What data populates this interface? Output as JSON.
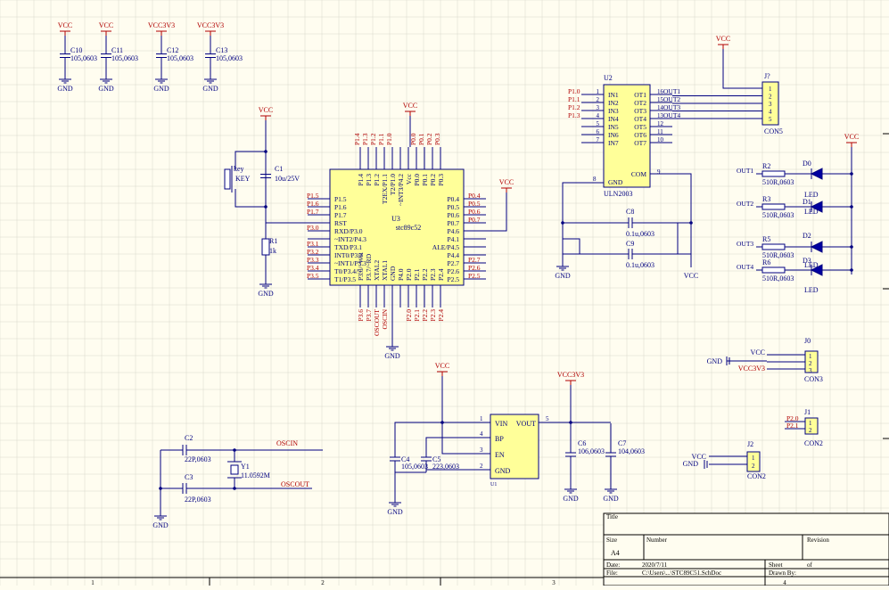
{
  "colors": {
    "wire": "#000080",
    "net": "#b00000",
    "body": "#ffff99",
    "grid": "#d8d8cc",
    "pin": "#000080"
  },
  "power": {
    "vcc": "VCC",
    "vcc33": "VCC3V3",
    "gnd": "GND"
  },
  "caps_top": [
    {
      "ref": "C10",
      "val": "105,0603",
      "rail": "VCC"
    },
    {
      "ref": "C11",
      "val": "105,0603",
      "rail": "VCC"
    },
    {
      "ref": "C12",
      "val": "105,0603",
      "rail": "VCC3V3"
    },
    {
      "ref": "C13",
      "val": "105,0603",
      "rail": "VCC3V3"
    }
  ],
  "reset": {
    "c1_ref": "C1",
    "c1_val": "10u/25V",
    "key_ref": "key",
    "key_val": "KEY",
    "r1_ref": "R1",
    "r1_val": "1k"
  },
  "u3": {
    "ref": "U3",
    "val": "stc89c52",
    "left_pins": [
      "P1.5",
      "P1.6",
      "P1.7",
      "RST",
      "RXD/P3.0",
      "~INT2/P4.3",
      "TXD/P3.1",
      "INT0/P3.2",
      "~INT1/P3.3",
      "T0/P3.4/5",
      "T1/P3.5"
    ],
    "left_nets": [
      "P1.5",
      "P1.6",
      "P1.7",
      "",
      "P3.0",
      "",
      "P3.1",
      "P3.2",
      "P3.3",
      "P3.4",
      "P3.5"
    ],
    "right_pins": [
      "P0.4",
      "P0.5",
      "P0.6",
      "P0.7",
      "P4.6",
      "P4.1",
      "ALE/P4.5",
      "P4.4",
      "P2.7",
      "P2.6",
      "P2.5"
    ],
    "right_nets": [
      "P0.4",
      "P0.5",
      "P0.6",
      "P0.7",
      "",
      "",
      "",
      "",
      "P2.7",
      "P2.6",
      "P2.5"
    ],
    "top_pins": [
      "P1.4",
      "P1.3",
      "P1.2",
      "T2EX/P1.1",
      "T2/P1.0",
      "~INT3/P4.2",
      "Vcc",
      "P0.0",
      "P0.1",
      "P0.2",
      "P0.3"
    ],
    "top_nets": [
      "P1.4",
      "P1.3",
      "P1.2",
      "P1.1",
      "P1.0",
      "",
      "",
      "P0.0",
      "P0.1",
      "P0.2",
      "P0.3"
    ],
    "bottom_pins": [
      "P3.6/~WR",
      "P3.7/~RD",
      "XTAL2",
      "XTAL1",
      "GND",
      "P4.0",
      "P2.0",
      "P2.1",
      "P2.2",
      "P2.3",
      "P2.4"
    ],
    "bottom_nets": [
      "P3.6",
      "P3.7",
      "OSCOUT",
      "OSCIN",
      "",
      "",
      "P2.0",
      "P2.1",
      "P2.2",
      "P2.3",
      "P2.4"
    ]
  },
  "u2": {
    "ref": "U2",
    "val": "ULN2003",
    "in_pins": [
      "IN1",
      "IN2",
      "IN3",
      "IN4",
      "IN5",
      "IN6",
      "IN7"
    ],
    "in_nets": [
      "P1.0",
      "P1.1",
      "P1.2",
      "P1.3",
      "",
      "",
      ""
    ],
    "in_nums": [
      "1",
      "2",
      "3",
      "4",
      "5",
      "6",
      "7"
    ],
    "out_pins": [
      "OT1",
      "OT2",
      "OT3",
      "OT4",
      "OT5",
      "OT6",
      "OT7"
    ],
    "out_nets": [
      "OUT1",
      "OUT2",
      "OUT3",
      "OUT4",
      "",
      "",
      ""
    ],
    "out_nums": [
      "16",
      "15",
      "14",
      "13",
      "12",
      "11",
      "10"
    ],
    "gnd": "GND",
    "gnd_num": "8",
    "com": "COM",
    "com_num": "9"
  },
  "j7": {
    "ref": "J?",
    "val": "CON5",
    "pins": [
      "1",
      "2",
      "3",
      "4",
      "5"
    ]
  },
  "cap_pair": [
    {
      "ref": "C8",
      "val": "0.1u,0603"
    },
    {
      "ref": "C9",
      "val": "0.1u,0603"
    }
  ],
  "leds": [
    {
      "net": "OUT1",
      "r_ref": "R2",
      "r_val": "510R,0603",
      "d_ref": "D0",
      "d_val": "LED"
    },
    {
      "net": "OUT2",
      "r_ref": "R3",
      "r_val": "510R,0603",
      "d_ref": "D1",
      "d_val": "LED"
    },
    {
      "net": "OUT3",
      "r_ref": "R5",
      "r_val": "510R,0603",
      "d_ref": "D2",
      "d_val": "LED"
    },
    {
      "net": "OUT4",
      "r_ref": "R6",
      "r_val": "510R,0603",
      "d_ref": "D3",
      "d_val": "LED"
    }
  ],
  "j0": {
    "ref": "J0",
    "val": "CON3",
    "pins": [
      "1",
      "2",
      "3"
    ],
    "nets": [
      "VCC",
      "GND",
      "VCC3V3"
    ]
  },
  "j1": {
    "ref": "J1",
    "val": "CON2",
    "pins": [
      "1",
      "2"
    ],
    "nets": [
      "P2.0",
      "P2.1"
    ]
  },
  "j2": {
    "ref": "J2",
    "val": "CON2",
    "pins": [
      "1",
      "2"
    ],
    "nets": [
      "VCC",
      "GND"
    ]
  },
  "crystal": {
    "c2_ref": "C2",
    "c2_val": "22P,0603",
    "c3_ref": "C3",
    "c3_val": "22P,0603",
    "y1_ref": "Y1",
    "y1_val": "11.0592M",
    "oscin": "OSCIN",
    "oscout": "OSCOUT"
  },
  "regulator": {
    "ref": "U1",
    "pins": [
      "VIN",
      "VOUT",
      "BP",
      "EN",
      "GND"
    ],
    "nums": [
      "1",
      "5",
      "4",
      "3",
      "2"
    ],
    "c4_ref": "C4",
    "c4_val": "105,0603",
    "c5_ref": "C5",
    "c5_val": "223,0603",
    "c6_ref": "C6",
    "c6_val": "106,0603",
    "c7_ref": "C7",
    "c7_val": "104,0603"
  },
  "title_block": {
    "title": "Title",
    "size_label": "Size",
    "size": "A4",
    "number_label": "Number",
    "revision_label": "Revision",
    "date_label": "Date:",
    "date": "2020/7/11",
    "file_label": "File:",
    "file": "C:\\Users\\...\\STC89C51.SchDoc",
    "sheet_label": "Sheet",
    "of_label": "of",
    "drawn_label": "Drawn By:"
  },
  "zone_labels": [
    "1",
    "2",
    "3",
    "4"
  ]
}
